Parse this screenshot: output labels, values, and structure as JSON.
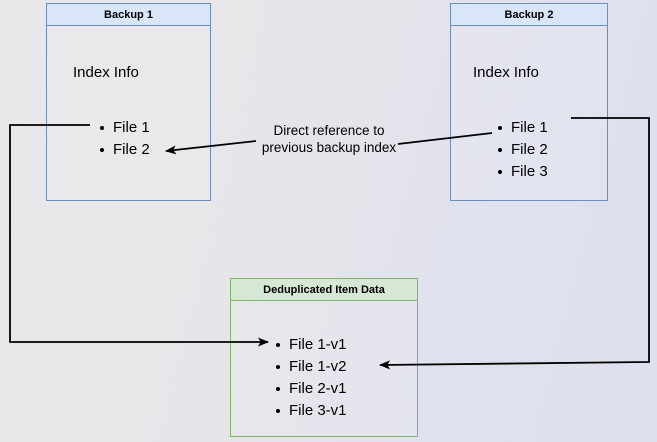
{
  "diagram": {
    "background_left_color": "#e9e7e9",
    "background_right_color": "#dde0ef",
    "blue_border_color": "#6c8ebf",
    "blue_header_color": "#d9e6f7",
    "green_border_color": "#82b366",
    "green_header_color": "#d5e8d4",
    "connector_color": "#000000"
  },
  "backup1": {
    "title": "Backup 1",
    "section_label": "Index Info",
    "items": [
      "File 1",
      "File 2"
    ]
  },
  "backup2": {
    "title": "Backup 2",
    "section_label": "Index Info",
    "items": [
      "File 1",
      "File 2",
      "File 3"
    ]
  },
  "dedup": {
    "title": "Deduplicated Item Data",
    "items": [
      "File 1-v1",
      "File 1-v2",
      "File 2-v1",
      "File 3-v1"
    ]
  },
  "annotation": {
    "line1": "Direct reference to",
    "line2": "previous backup index"
  }
}
